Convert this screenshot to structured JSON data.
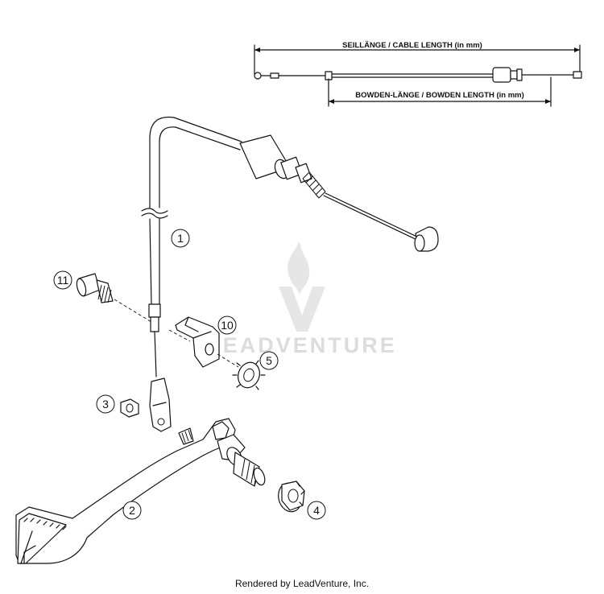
{
  "diagram": {
    "cable_length_label": "SEILLÄNGE / CABLE LENGTH   (in mm)",
    "bowden_length_label": "BOWDEN-LÄNGE / BOWDEN LENGTH   (in mm)",
    "watermark_text": "LEADVENTURE",
    "footer_text": "Rendered by LeadVenture, Inc.",
    "callouts": {
      "c1": "1",
      "c2": "2",
      "c3": "3",
      "c4": "4",
      "c5": "5",
      "c10": "10",
      "c11": "11"
    }
  }
}
